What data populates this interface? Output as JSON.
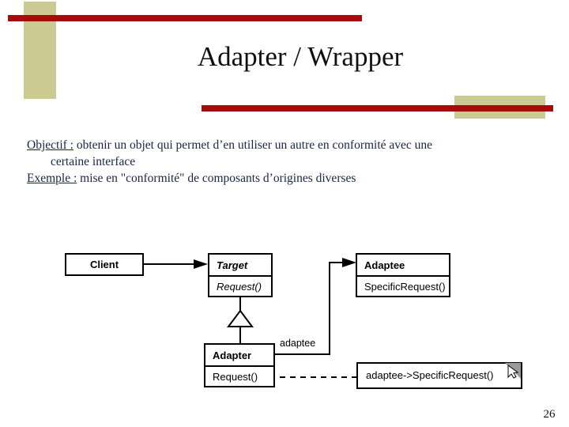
{
  "slide": {
    "title": "Adapter / Wrapper",
    "page_number": "26",
    "colors": {
      "accent_bar": "#a60c0c",
      "accent_block": "#ccca93",
      "body_text": "#1b2448",
      "diagram_line": "#000000",
      "note_fold": "#9a9a9a"
    }
  },
  "body": {
    "line1_label": "Objectif :",
    "line1_text": " obtenir un objet qui permet d’en utiliser un autre en conformité avec une",
    "line2_text": "certaine interface",
    "line3_label": "Exemple :",
    "line3_text": " mise en \"conformité\" de composants d’origines diverses"
  },
  "diagram": {
    "type": "uml-class-diagram",
    "classes": [
      {
        "name": "Client",
        "operations": []
      },
      {
        "name": "Target",
        "abstract": true,
        "operations": [
          "Request()"
        ]
      },
      {
        "name": "Adaptee",
        "abstract": false,
        "operations": [
          "SpecificRequest()"
        ]
      },
      {
        "name": "Adapter",
        "abstract": false,
        "operations": [
          "Request()"
        ]
      }
    ],
    "association_label": "adaptee",
    "note_text": "adaptee->SpecificRequest()",
    "relations": [
      {
        "from": "Client",
        "to": "Target",
        "kind": "association-directed"
      },
      {
        "from": "Adapter",
        "to": "Target",
        "kind": "generalization"
      },
      {
        "from": "Adapter",
        "to": "Adaptee",
        "kind": "association-directed",
        "label": "adaptee"
      },
      {
        "from": "Adapter.Request()",
        "to": "note",
        "kind": "note-anchor"
      }
    ]
  }
}
